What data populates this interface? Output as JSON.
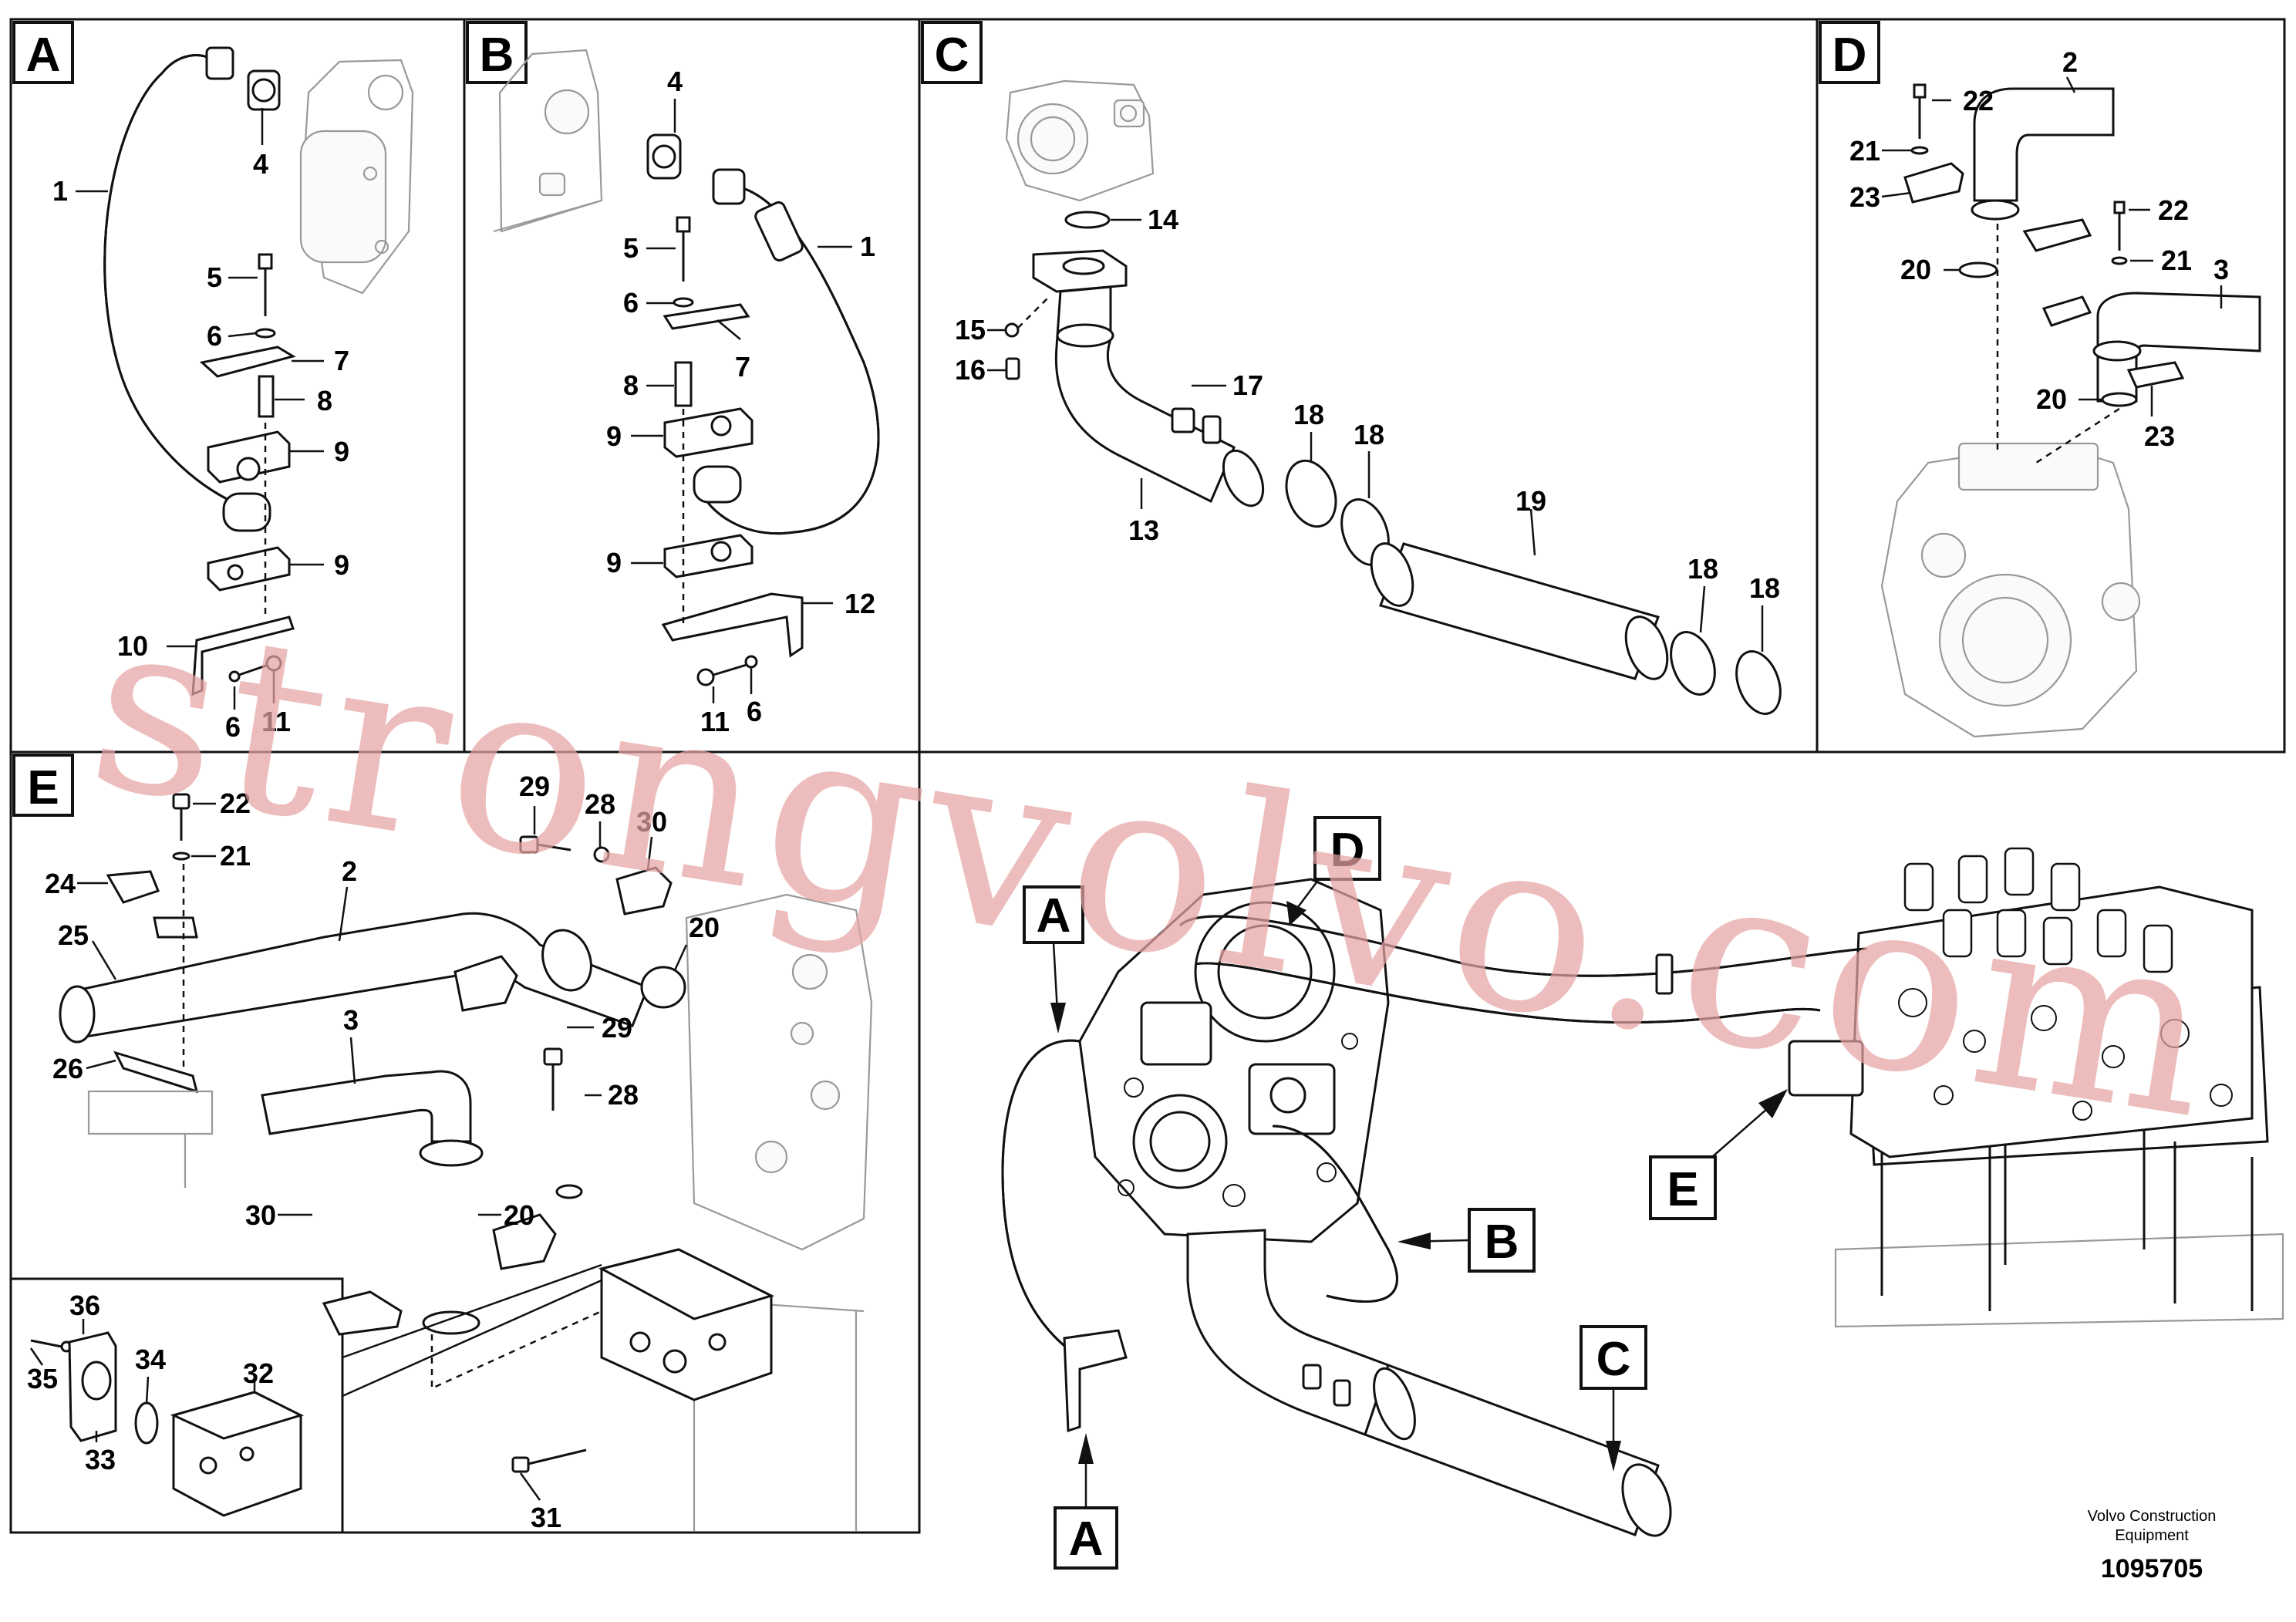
{
  "panels": {
    "A": {
      "label": "A",
      "callouts": [
        "1",
        "4",
        "5",
        "6",
        "7",
        "8",
        "9",
        "9",
        "10",
        "6",
        "11"
      ]
    },
    "B": {
      "label": "B",
      "callouts": [
        "4",
        "1",
        "5",
        "6",
        "7",
        "8",
        "9",
        "9",
        "12",
        "11",
        "6"
      ]
    },
    "C": {
      "label": "C",
      "callouts": [
        "14",
        "15",
        "16",
        "17",
        "18",
        "18",
        "13",
        "19",
        "18",
        "18"
      ]
    },
    "D": {
      "label": "D",
      "callouts": [
        "22",
        "2",
        "21",
        "23",
        "22",
        "20",
        "21",
        "3",
        "20",
        "23"
      ]
    },
    "E": {
      "label": "E",
      "callouts": [
        "22",
        "21",
        "24",
        "29",
        "28",
        "30",
        "2",
        "25",
        "20",
        "3",
        "29",
        "26",
        "28",
        "30",
        "20",
        "36",
        "35",
        "34",
        "32",
        "33",
        "31"
      ]
    }
  },
  "main_tags": {
    "A_top": "A",
    "D": "D",
    "E": "E",
    "B": "B",
    "C": "C",
    "A_bottom": "A"
  },
  "watermark": "strongvolvo.com",
  "footer": {
    "line1": "Volvo Construction",
    "line2": "Equipment",
    "number": "1095705"
  }
}
